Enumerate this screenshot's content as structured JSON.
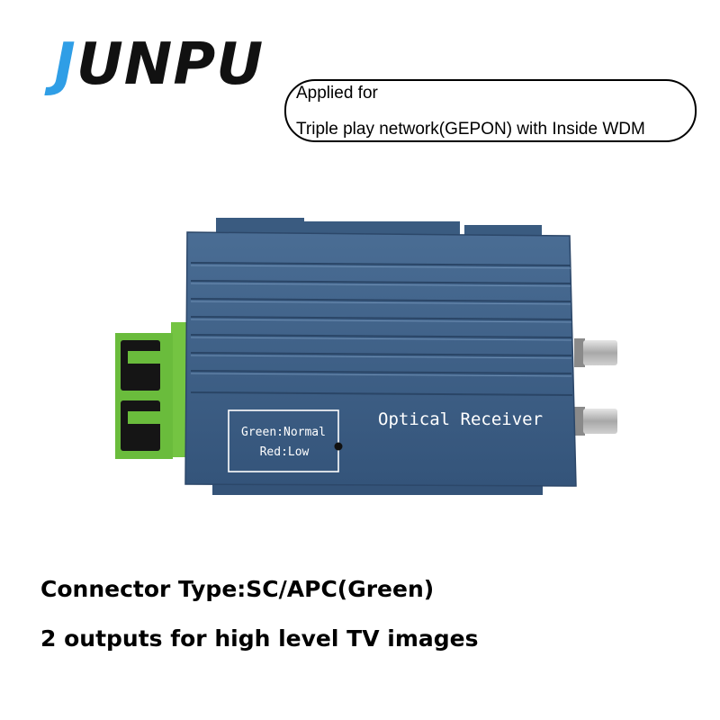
{
  "logo": {
    "first_letter": "J",
    "rest": "UNPU"
  },
  "applied_box": {
    "line1": "Applied for",
    "line2": "Triple play network(GEPON) with Inside WDM"
  },
  "device": {
    "title_label": "Optical Receiver",
    "status_label_1": "Green:Normal",
    "status_label_2": "Red:Low"
  },
  "captions": {
    "connector_type": "Connector Type:SC/APC(Green)",
    "outputs": "2 outputs for high level TV images"
  },
  "colors": {
    "logo_accent": "#2f9ee6",
    "device_body": "#3d5f86",
    "connector_green": "#74c442"
  }
}
